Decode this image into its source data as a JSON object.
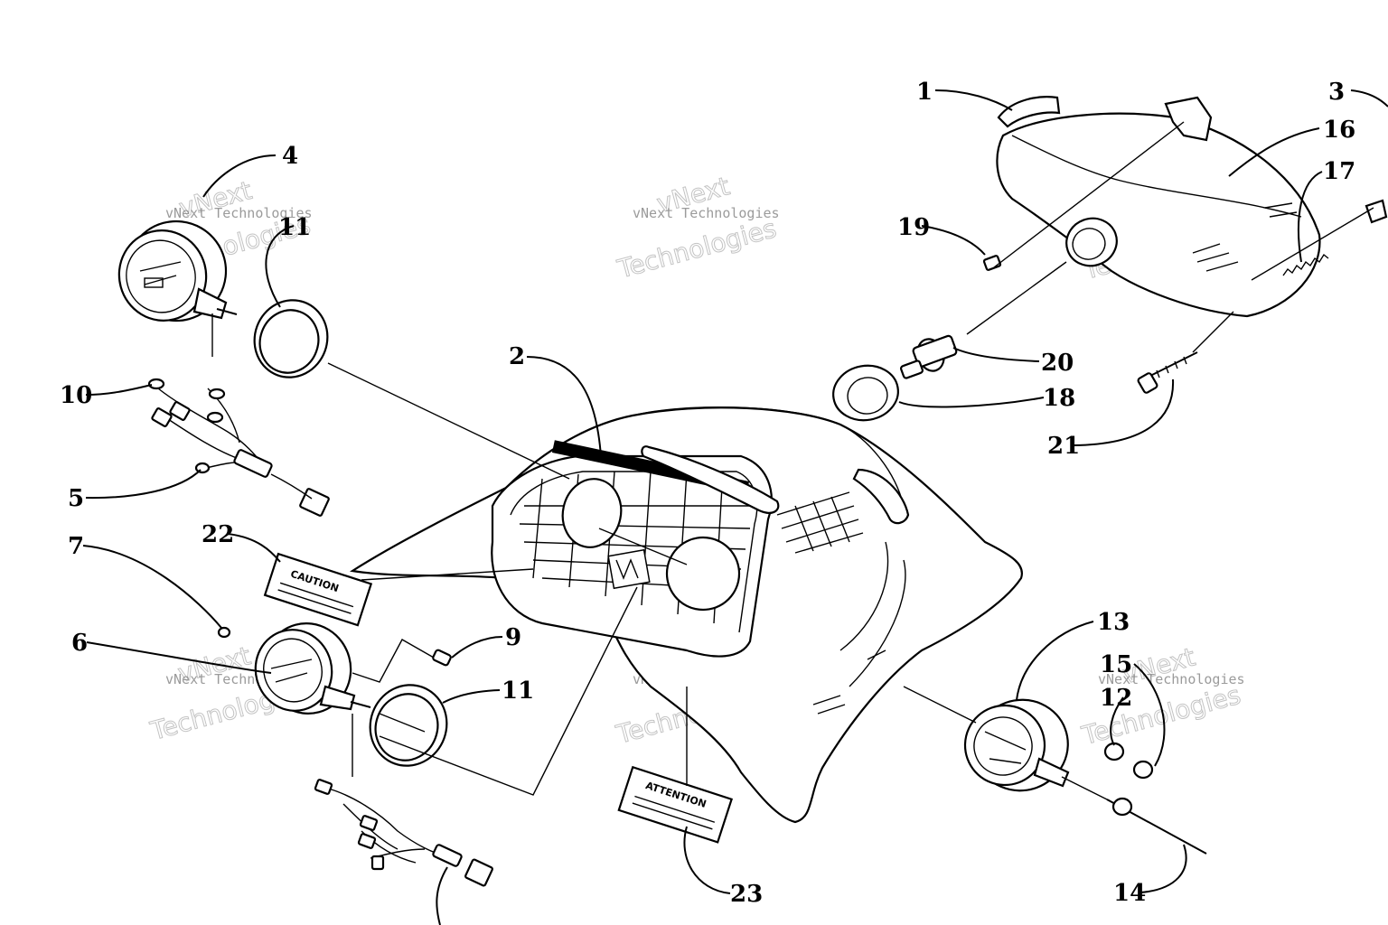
{
  "diagram": {
    "callouts": [
      "1",
      "2",
      "3",
      "4",
      "5",
      "6",
      "7",
      "9",
      "10",
      "11",
      "11",
      "12",
      "13",
      "14",
      "15",
      "16",
      "17",
      "18",
      "19",
      "20",
      "21",
      "22",
      "23"
    ],
    "decal_caution": "CAUTION",
    "decal_attention": "ATTENTION",
    "watermark_line1": "vNext Technologies",
    "watermark_line2": "vNext",
    "watermark_line3": "Technologies"
  }
}
